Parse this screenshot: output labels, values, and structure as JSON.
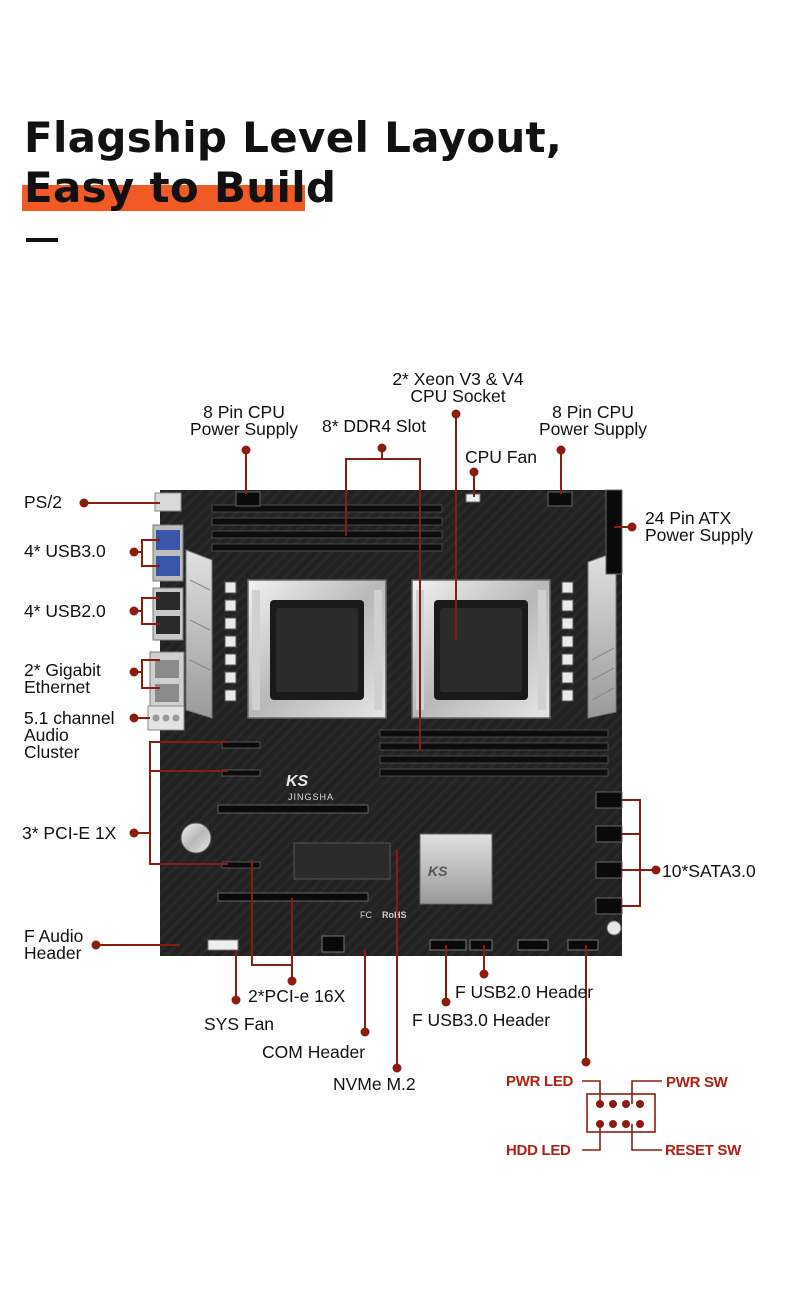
{
  "headline": {
    "line1": "Flagship Level Layout,",
    "line2": "Easy to Build"
  },
  "colors": {
    "accent": "#f15a24",
    "callout": "#8e1b10",
    "header_label": "#b21f14",
    "board": "#1c1c1c"
  },
  "board": {
    "brand": "JINGSHA",
    "rohs": "RoHS",
    "fc": "FC"
  },
  "labels": {
    "cpu_power_left_1": "8 Pin CPU",
    "cpu_power_left_2": "Power Supply",
    "ddr4": "8* DDR4 Slot",
    "xeon_1": "2* Xeon V3 & V4",
    "xeon_2": "CPU Socket",
    "cpu_fan": "CPU Fan",
    "cpu_power_right_1": "8 Pin CPU",
    "cpu_power_right_2": "Power Supply",
    "ps2": "PS/2",
    "usb3": "4* USB3.0",
    "usb2": "4* USB2.0",
    "gigabit_1": "2* Gigabit",
    "gigabit_2": "Ethernet",
    "audio_1": "5.1 channel",
    "audio_2": "Audio",
    "audio_3": "Cluster",
    "atx_1": "24 Pin ATX",
    "atx_2": "Power Supply",
    "pcie1x": "3* PCI-E 1X",
    "sata": "10*SATA3.0",
    "faudio_1": "F Audio",
    "faudio_2": "Header",
    "pcie16x": "2*PCI-e 16X",
    "sysfan": "SYS Fan",
    "fusb2": "F USB2.0 Header",
    "fusb3": "F USB3.0 Header",
    "com": "COM Header",
    "nvme": "NVMe M.2"
  },
  "front_panel": {
    "pwr_led": "PWR LED",
    "pwr_sw": "PWR SW",
    "hdd_led": "HDD  LED",
    "reset_sw": "RESET SW"
  }
}
